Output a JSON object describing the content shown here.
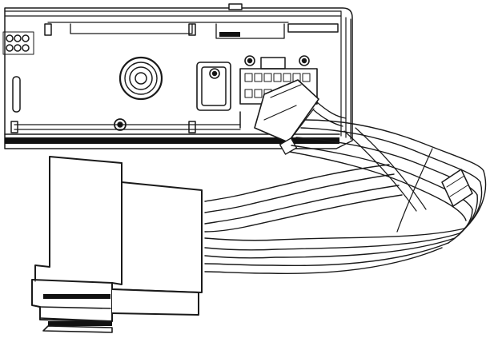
{
  "figure": {
    "colors": {
      "background": "#ffffff",
      "line": "#1a1a1a",
      "fill": "#ffffff",
      "shade": "#d9d9d9",
      "dark": "#111111"
    },
    "icons": [
      "chassis-outline",
      "knob",
      "screw",
      "connector-socket",
      "wire-harness",
      "iso-plug-block"
    ]
  }
}
